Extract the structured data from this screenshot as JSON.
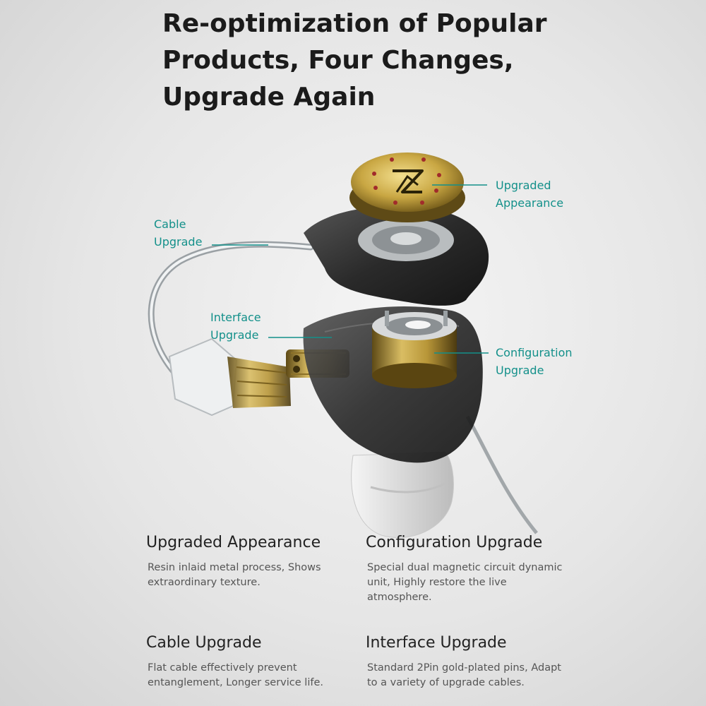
{
  "title": {
    "line1": "Re-optimization of Popular",
    "line2": "Products, Four Changes,",
    "line3": "Upgrade Again"
  },
  "callouts": {
    "appearance": [
      "Upgraded",
      "Appearance"
    ],
    "cable": [
      "Cable",
      "Upgrade"
    ],
    "interface": [
      "Interface",
      "Upgrade"
    ],
    "configuration": [
      "Configuration",
      "Upgrade"
    ]
  },
  "features": [
    {
      "heading": "Upgraded Appearance",
      "desc": "Resin inlaid metal process, Shows extraordinary texture."
    },
    {
      "heading": "Configuration Upgrade",
      "desc": "Special dual magnetic circuit dynamic unit, Highly restore the live atmosphere."
    },
    {
      "heading": "Cable Upgrade",
      "desc": "Flat cable effectively prevent entanglement, Longer service life."
    },
    {
      "heading": "Interface Upgrade",
      "desc": "Standard 2Pin gold-plated pins, Adapt to a variety of upgrade cables."
    }
  ],
  "colors": {
    "accent": "#13908a",
    "heading": "#1b1b1b"
  },
  "icons": [
    "brand-logo-icon"
  ]
}
